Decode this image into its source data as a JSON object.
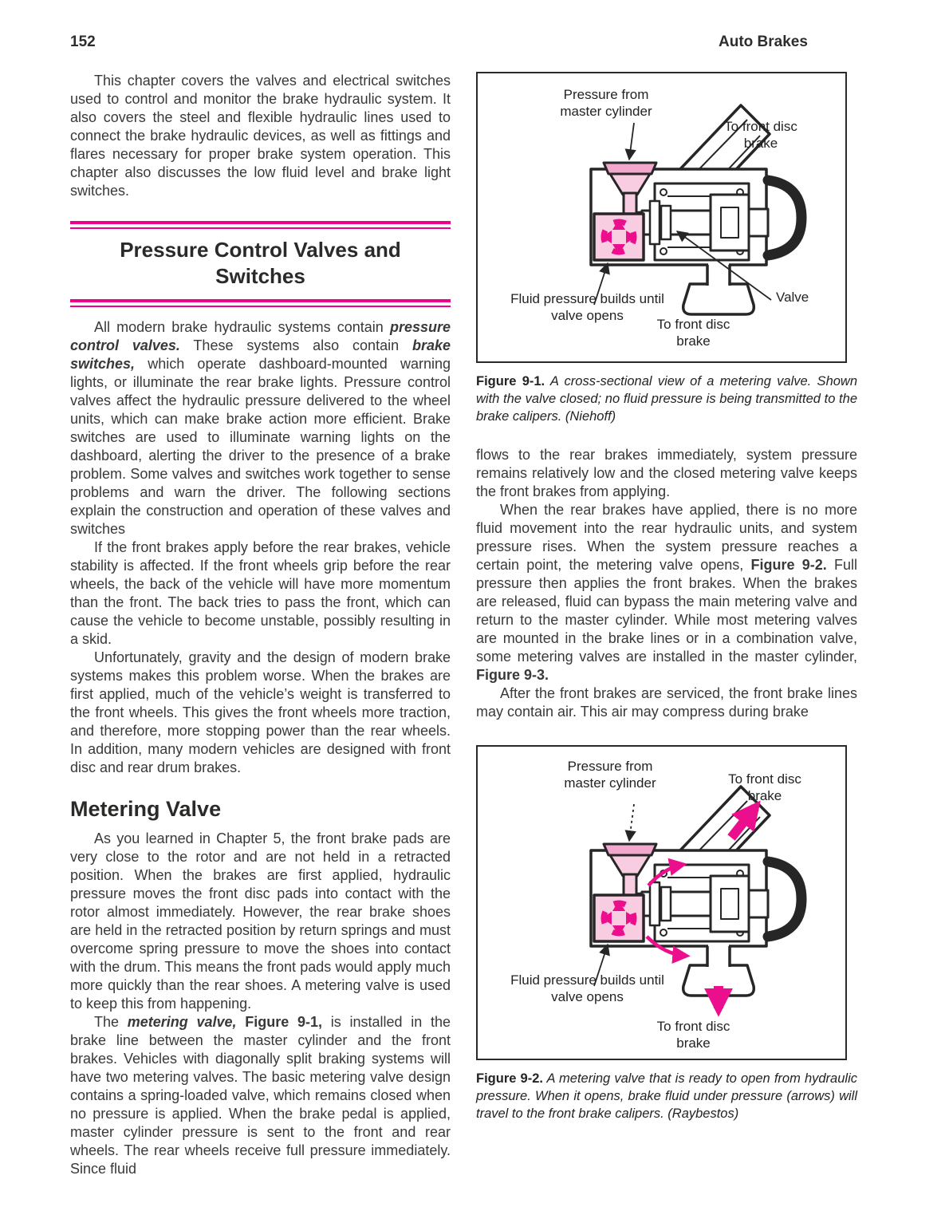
{
  "page": {
    "number": "152",
    "running_head": "Auto Brakes"
  },
  "colors": {
    "rule_magenta": "#ec008c",
    "diagram_magenta": "#ec0f8d",
    "diagram_light_pink": "#f8cde1",
    "diagram_inlet_pink": "#f2a8cc",
    "body_text": "#3a3938"
  },
  "left": {
    "intro": {
      "segments": [
        {
          "text": "This chapter covers the valves and electrical switches used to control and monitor the brake hydraulic system. It also covers the steel and flexible hydraulic lines used to connect the brake hydraulic devices, as well as fittings and flares necessary for proper brake system operation. This chapter also discusses the low fluid level and brake light switches."
        }
      ]
    },
    "section_title": "Pressure Control Valves and Switches",
    "all_modern": {
      "segments": [
        {
          "text": "All modern brake hydraulic systems contain "
        },
        {
          "text": "pressure control valves.",
          "style": "bi"
        },
        {
          "text": " These systems also contain "
        },
        {
          "text": "brake switches,",
          "style": "bi"
        },
        {
          "text": " which operate dashboard-mounted warning lights, or illuminate the rear brake lights. Pressure control valves affect the hydraulic pressure delivered to the wheel units, which can make brake action more efficient. Brake switches are used to illuminate warning lights on the dashboard, alerting the driver to the presence of a brake problem. Some valves and switches work together to sense problems and warn the driver. The following sections explain the construction and operation of these valves and switches"
        }
      ]
    },
    "if_front": {
      "segments": [
        {
          "text": "If the front brakes apply before the rear brakes, vehicle stability is affected. If the front wheels grip before the rear wheels, the back of the vehicle will have more momentum than the front. The back tries to pass the front, which can cause the vehicle to become unstable, possibly resulting in a skid."
        }
      ]
    },
    "unfortunately": {
      "segments": [
        {
          "text": "Unfortunately, gravity and the design of modern brake systems makes this problem worse. When the brakes are first applied, much of the vehicle’s weight is transferred to the front wheels. This gives the front wheels more traction, and therefore, more stopping power than the rear wheels. In addition, many modern vehicles are designed with front disc and rear drum brakes."
        }
      ]
    },
    "metering_heading": "Metering Valve",
    "as_you": {
      "segments": [
        {
          "text": "As you learned in Chapter 5, the front brake pads are very close to the rotor and are not held in a retracted position. When the brakes are first applied, hydraulic pressure moves the front disc pads into contact with the rotor almost immediately. However, the rear brake shoes are held in the retracted position by return springs and must overcome spring pressure to move the shoes into contact with the drum. This means the front pads would apply much more quickly than the rear shoes. A metering valve is used to keep this from happening."
        }
      ]
    },
    "the_metering": {
      "segments": [
        {
          "text": "The "
        },
        {
          "text": "metering valve,",
          "style": "bi"
        },
        {
          "text": " Figure 9-1,",
          "style": "b"
        },
        {
          "text": " is installed in the brake line between the master cylinder and the front brakes. Vehicles with diagonally split braking systems will have two metering valves. The basic metering valve design contains a spring-loaded valve, which remains closed when no pressure is applied. When the brake pedal is applied, master cylinder pressure is sent to the front and rear wheels. The rear wheels receive full pressure immediately. Since fluid"
        }
      ]
    }
  },
  "right": {
    "flows": {
      "segments": [
        {
          "text": "flows to the rear brakes immediately, system pressure remains relatively low and the closed metering valve keeps the front brakes from applying."
        }
      ]
    },
    "when_rear": {
      "segments": [
        {
          "text": "When the rear brakes have applied, there is no more fluid movement into the rear hydraulic units, and system pressure rises. When the system pressure reaches a certain point, the metering valve opens, "
        },
        {
          "text": "Figure 9-2.",
          "style": "b"
        },
        {
          "text": " Full pressure then applies the front brakes. When the brakes are released, fluid can bypass the main metering valve and return to the master cylinder. While most metering valves are mounted in the brake lines or in a combination valve, some metering valves are installed in the master cylinder, "
        },
        {
          "text": "Figure 9-3.",
          "style": "b"
        }
      ]
    },
    "after": {
      "segments": [
        {
          "text": "After the front brakes are serviced, the front brake lines may contain air. This air may compress during brake"
        }
      ]
    }
  },
  "figure1": {
    "labels": {
      "pressure_from": "Pressure from master cylinder",
      "to_front_top": "To front disc brake",
      "fluid_builds": "Fluid pressure builds until valve opens",
      "to_front_bottom": "To front disc brake",
      "valve": "Valve"
    },
    "caption": {
      "segments": [
        {
          "text": "Figure 9-1.",
          "style": "b"
        },
        {
          "text": " A cross-sectional view of a metering valve. Shown with the valve closed; no fluid pressure is being transmitted to the brake calipers. (Niehoff)",
          "style": "i"
        }
      ]
    }
  },
  "figure2": {
    "labels": {
      "pressure_from": "Pressure from master cylinder",
      "to_front_top": "To front disc brake",
      "fluid_builds": "Fluid pressure builds until valve opens",
      "to_front_bottom": "To front disc brake"
    },
    "caption": {
      "segments": [
        {
          "text": "Figure 9-2.",
          "style": "b"
        },
        {
          "text": " A metering valve that is ready to open from hydraulic pressure. When it opens, brake fluid under pressure (arrows) will travel to the front brake calipers. (Raybestos)",
          "style": "i"
        }
      ]
    }
  }
}
